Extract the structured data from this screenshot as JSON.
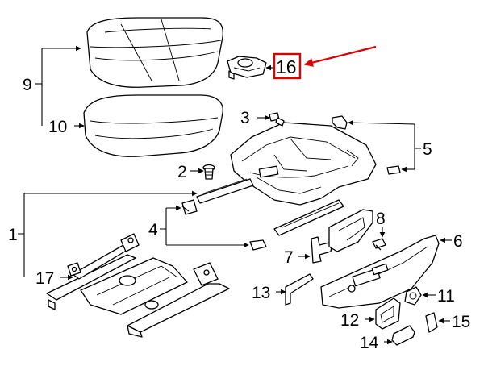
{
  "callouts": {
    "c1": "1",
    "c2": "2",
    "c3": "3",
    "c4": "4",
    "c5": "5",
    "c6": "6",
    "c7": "7",
    "c8": "8",
    "c9": "9",
    "c10": "10",
    "c11": "11",
    "c12": "12",
    "c13": "13",
    "c14": "14",
    "c15": "15",
    "c16": "16",
    "c17": "17"
  },
  "colors": {
    "line": "#000000",
    "highlight": "#e00000",
    "background": "#ffffff"
  }
}
